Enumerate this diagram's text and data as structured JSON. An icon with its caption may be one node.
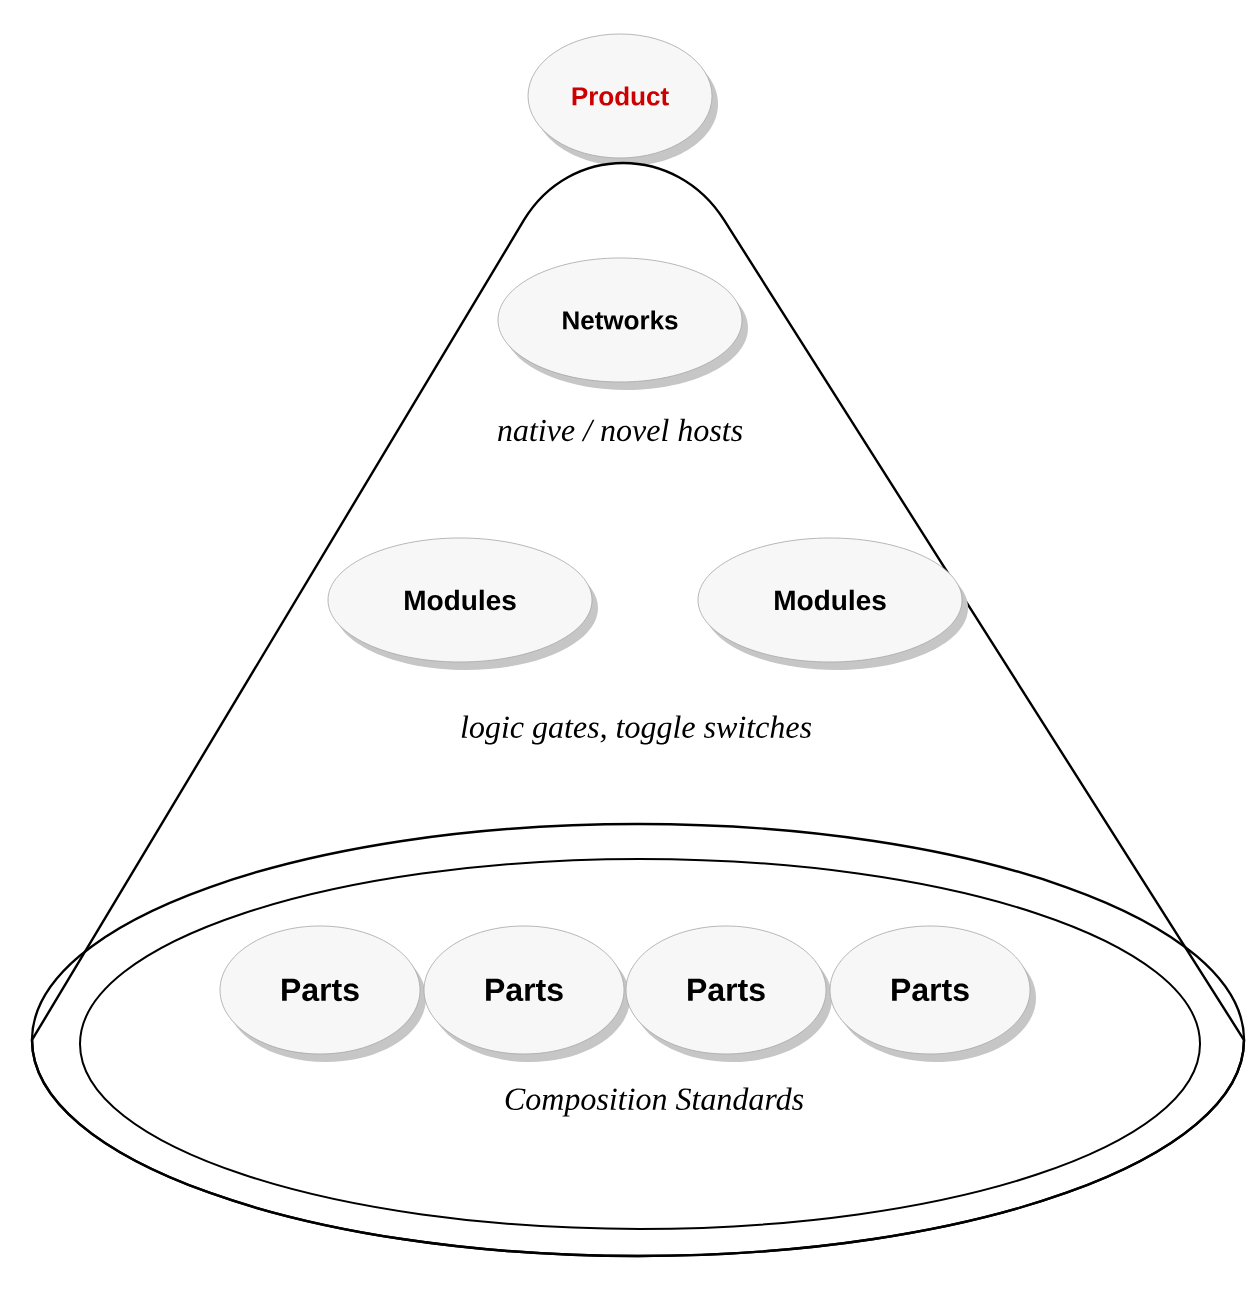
{
  "diagram": {
    "nodes": [
      {
        "text": [
          "Product"
        ]
      },
      {
        "text": [
          "native / novel hosts",
          "logic gates, toggle switches"
        ]
      },
      {
        "text": [
          "Networks"
        ],
        "in": 1
      },
      {
        "text": [
          "Modules"
        ],
        "in": 1
      },
      {
        "text": [
          "Modules"
        ],
        "in": 1
      },
      {
        "text": [
          "Composition Standards"
        ],
        "in": 1
      },
      {
        "text": [
          "Parts"
        ],
        "in": 5
      },
      {
        "text": [
          "Parts"
        ],
        "in": 5
      },
      {
        "text": [
          "Parts"
        ],
        "in": 5
      },
      {
        "text": [
          "Parts"
        ],
        "in": 5
      }
    ]
  }
}
